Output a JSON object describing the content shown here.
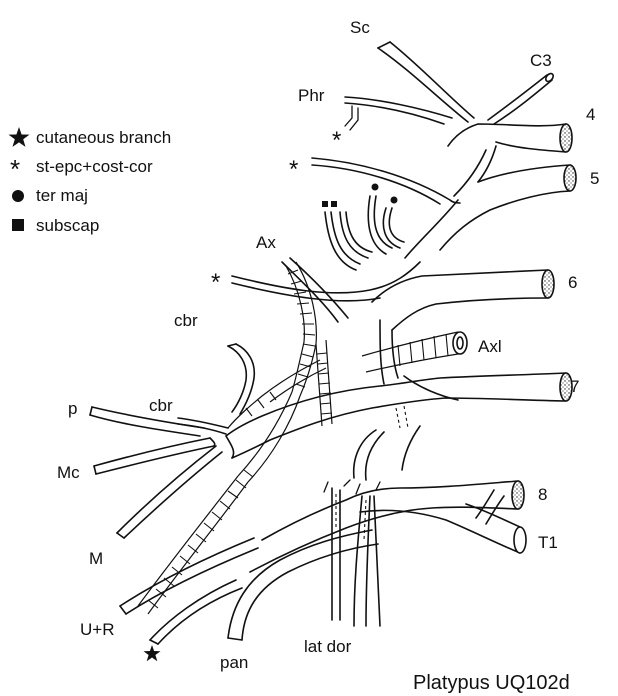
{
  "legend": {
    "star": "cutaneous branch",
    "asterisk": "st-epc+cost-cor",
    "dot": "ter maj",
    "square": "subscap"
  },
  "labels": {
    "sc": "Sc",
    "c3": "C3",
    "phr": "Phr",
    "n4": "4",
    "n5": "5",
    "ax": "Ax",
    "n6": "6",
    "axl": "Axl",
    "cbr_upper": "cbr",
    "cbr_lower": "cbr",
    "p": "p",
    "n7": "7",
    "mc": "Mc",
    "n8": "8",
    "m": "M",
    "t1": "T1",
    "ur": "U+R",
    "lat_dor": "lat dor",
    "pan": "pan"
  },
  "caption": "Platypus UQ102d",
  "colors": {
    "ink": "#111111",
    "background": "#ffffff"
  }
}
